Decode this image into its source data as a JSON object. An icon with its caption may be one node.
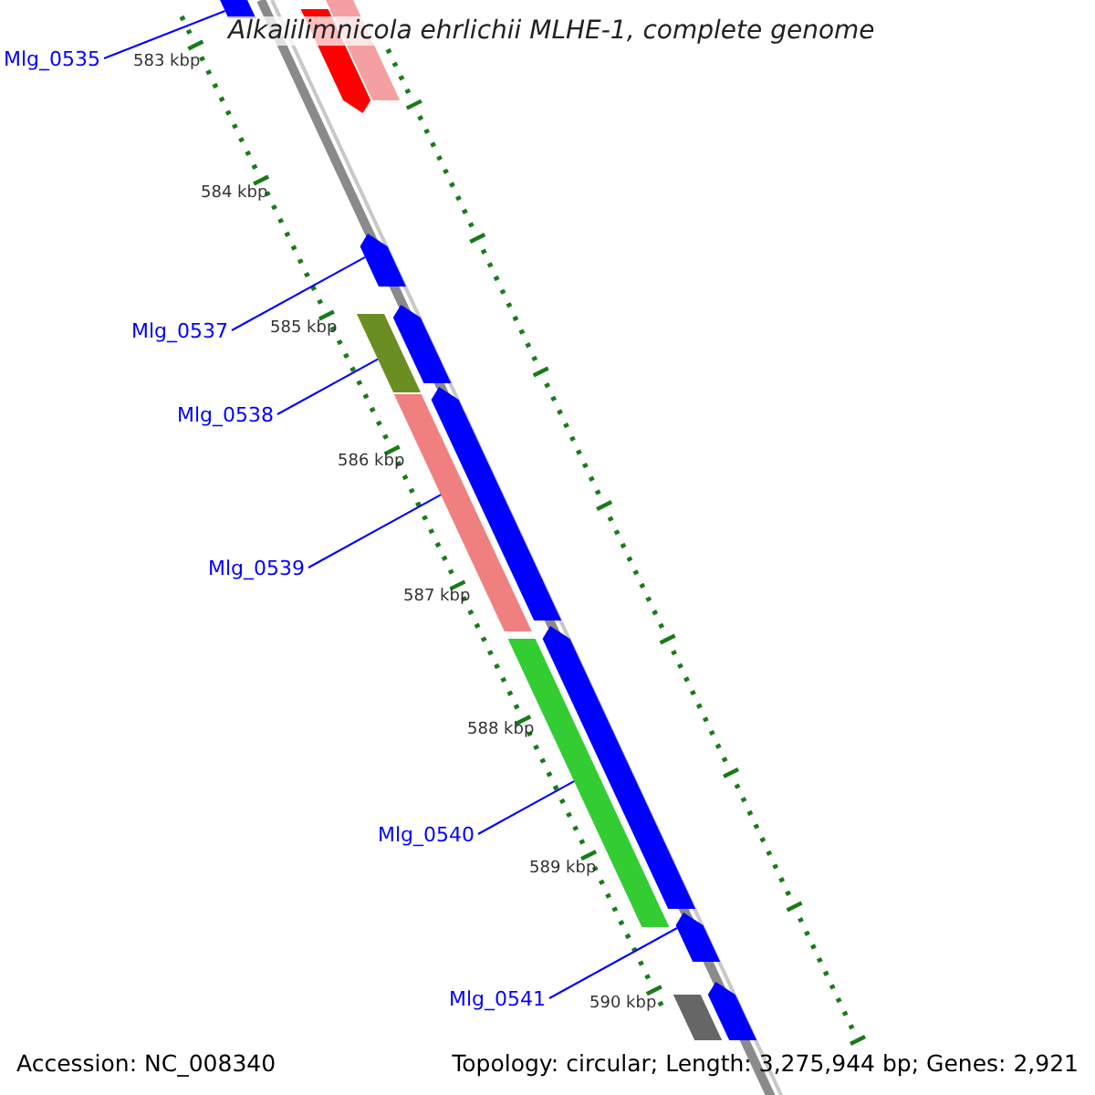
{
  "diagram": {
    "title": "Alkalilimnicola ehrlichii MLHE-1, complete genome",
    "nodes": [
      {
        "text": [
          "Mlg_0535"
        ]
      },
      {
        "text": [],
        "shape": "arrow"
      },
      {
        "text": [
          "Mlg_0537"
        ]
      },
      {
        "text": [],
        "shape": "arrow"
      },
      {
        "text": [
          "Mlg_0538"
        ]
      },
      {
        "text": [],
        "shape": "bar"
      },
      {
        "text": [
          "Mlg_0539"
        ]
      },
      {
        "text": [],
        "shape": "bar"
      },
      {
        "text": [
          "Mlg_0540"
        ]
      },
      {
        "text": [],
        "shape": "bar"
      },
      {
        "text": [
          "Mlg_0541"
        ]
      },
      {
        "text": [],
        "shape": "arrow"
      },
      {
        "text": [],
        "shape": "arrow"
      },
      {
        "text": [],
        "shape": "bar"
      },
      {
        "text": [],
        "shape": "arrow"
      },
      {
        "text": [],
        "shape": "arrow"
      },
      {
        "text": [],
        "shape": "arrow"
      },
      {
        "text": [],
        "shape": "arrow"
      },
      {
        "text": [],
        "shape": "bar"
      }
    ],
    "edges": [
      {
        "from": 0,
        "to": 1,
        "arrow": "none"
      },
      {
        "from": 2,
        "to": 3,
        "arrow": "none"
      },
      {
        "from": 4,
        "to": 5,
        "arrow": "none"
      },
      {
        "from": 6,
        "to": 7,
        "arrow": "none"
      },
      {
        "from": 8,
        "to": 9,
        "arrow": "none"
      },
      {
        "from": 10,
        "to": 11,
        "arrow": "none"
      }
    ],
    "labels": [
      "583 kbp",
      "584 kbp",
      "585 kbp",
      "586 kbp",
      "587 kbp",
      "588 kbp",
      "589 kbp",
      "590 kbp",
      "Accession: NC_008340",
      "Topology: circular; Length: 3,275,944 bp; Genes: 2,921"
    ]
  }
}
